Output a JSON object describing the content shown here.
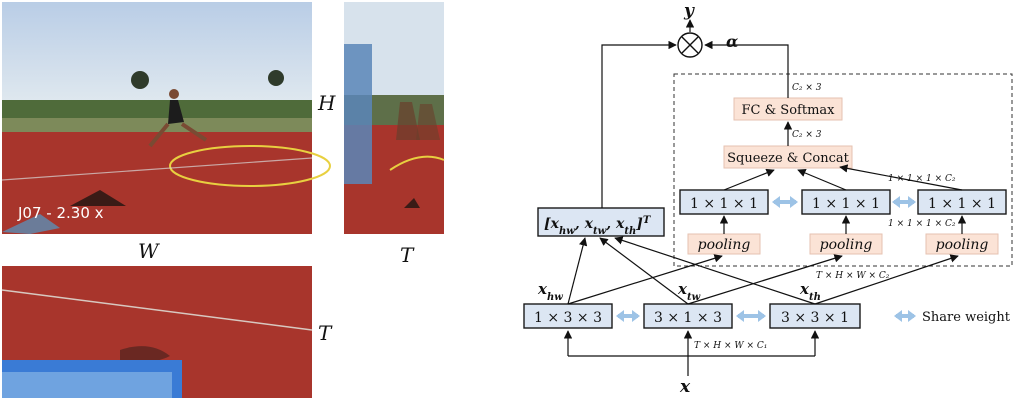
{
  "panels": {
    "hw_frame": {
      "overlay_text": "J07 - 2.30 x",
      "axis_w": "W",
      "axis_h": "H"
    },
    "th_frame": {
      "axis_t": "T"
    },
    "tw_frame": {
      "axis_t": "T"
    }
  },
  "diagram": {
    "input": "x",
    "output": "y",
    "alpha": "α",
    "conv": [
      "1 × 3 × 3",
      "3 × 1 × 3",
      "3 × 3 × 1"
    ],
    "branch_labels": [
      "x",
      "x",
      "x"
    ],
    "branch_subs": [
      "hw",
      "tw",
      "th"
    ],
    "concat_box": "[x_hw, x_tw, x_th]^T",
    "pooling": [
      "pooling",
      "pooling",
      "pooling"
    ],
    "conv111": [
      "1 × 1 × 1",
      "1 × 1 × 1",
      "1 × 1 × 1"
    ],
    "squeeze": "Squeeze & Concat",
    "fc": "FC & Softmax",
    "dim_input": "T × H × W × C₁",
    "dim_mid": "T × H × W × C₂",
    "dim_c2_a": "1 × 1 × 1 × C₂",
    "dim_c2_b": "1 × 1 × 1 × C₂",
    "dim_fc_in": "C₂ × 3",
    "dim_fc_out": "C₂ × 3",
    "legend": "Share weight",
    "colors": {
      "blue_box": "#dce6f3",
      "peach_box": "#fbe3d6",
      "share_arrow": "#9dc3e6"
    }
  }
}
